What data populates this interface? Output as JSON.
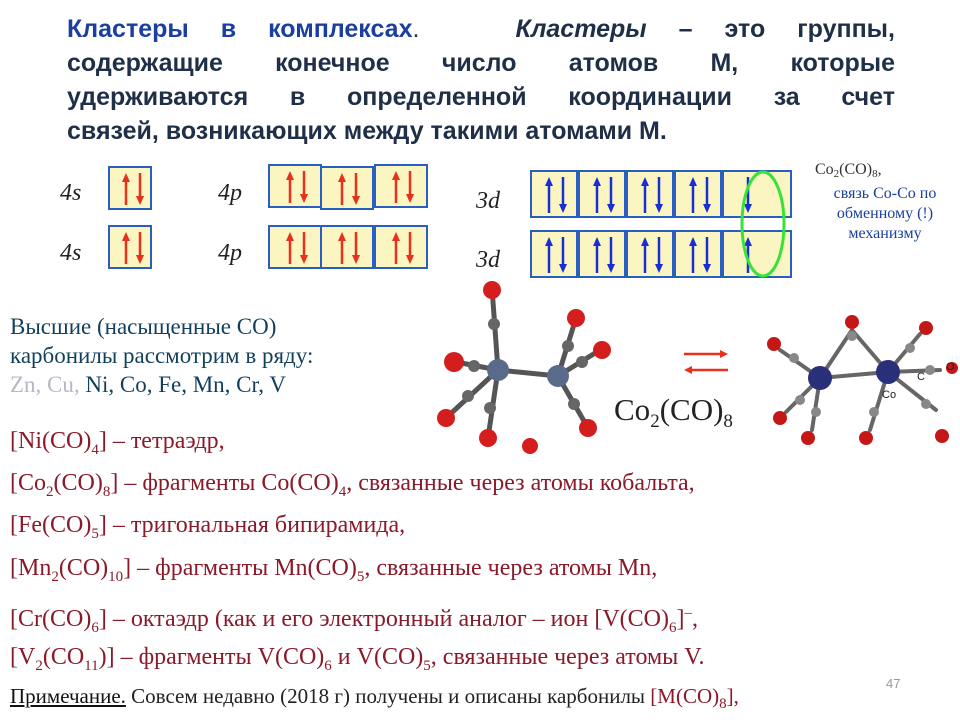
{
  "heading": {
    "title": "Кластеры в комплексах",
    "dot": ".",
    "def_term": "Кластеры",
    "line1_rest": "– это группы,",
    "line2": "содержащие конечное число атомов М, которые",
    "line3": "удерживаются в определенной координации за счет",
    "line4": "связей, возникающих между такими атомами М."
  },
  "orbitals": {
    "label_4s": "4s",
    "label_4p": "4p",
    "label_3d": "3d"
  },
  "note": {
    "formula_a": "Co",
    "formula_sub1": "2",
    "formula_b": "(CO)",
    "formula_sub2": "8",
    "formula_c": ",",
    "text": "связь Co-Co по обменному (!) механизму"
  },
  "intro": {
    "line1": "Высшие (насыщенные СО)",
    "line2": "карбонилы рассмотрим в ряду:",
    "series_grey": "Zn, Cu,",
    "series_rest": " Ni, Co, Fe, Mn, Cr, V"
  },
  "structure_label": {
    "a": "Co",
    "sub1": "2",
    "b": "(CO)",
    "sub2": "8"
  },
  "molecule_labels": {
    "c": "C",
    "o": "O",
    "co": "Co"
  },
  "list": [
    {
      "a": "[Ni(CO)",
      "s1": "4",
      "b": "] – тетраэдр,"
    },
    {
      "a": "[Co",
      "s1": "2",
      "b": "(CO)",
      "s2": "8",
      "c": "] – фрагменты Co(CO)",
      "s3": "4",
      "d": ", связанные через атомы кобальта,"
    },
    {
      "a": "[Fe(CO)",
      "s1": "5",
      "b": "] – тригональная бипирамида,"
    },
    {
      "a": "[Mn",
      "s1": "2",
      "b": "(CO)",
      "s2": "10",
      "c": "] – фрагменты Mn(CO)",
      "s3": "5",
      "d": ", связанные через атомы Mn,"
    },
    {
      "a": "[Cr(CO)",
      "s1": "6",
      "b": "] – октаэдр (как и его электронный аналог – ион [V(CO)",
      "s2": "6",
      "c": "]",
      "sup": "–",
      "d": ","
    },
    {
      "a": "[V",
      "s1": "2",
      "b": "(CO",
      "s2": "11",
      "c": ")] – фрагменты V(CO)",
      "s3": "6",
      "d": " и V(CO)",
      "s4": "5",
      "e": ", связанные через атомы V."
    }
  ],
  "footer": {
    "label": "Примечание.",
    "text": " Совсем недавно (2018 г) получены и описаны карбонилы ",
    "formula_a": "[M(CO)",
    "formula_sub": "8",
    "formula_b": "],"
  },
  "page_number": "47",
  "colors": {
    "red_arrow": "#e8301a",
    "blue_arrow": "#1a2fd0",
    "box_fill": "#fbf5c2",
    "box_border": "#2a5fc2",
    "highlight": "#39e23a"
  }
}
